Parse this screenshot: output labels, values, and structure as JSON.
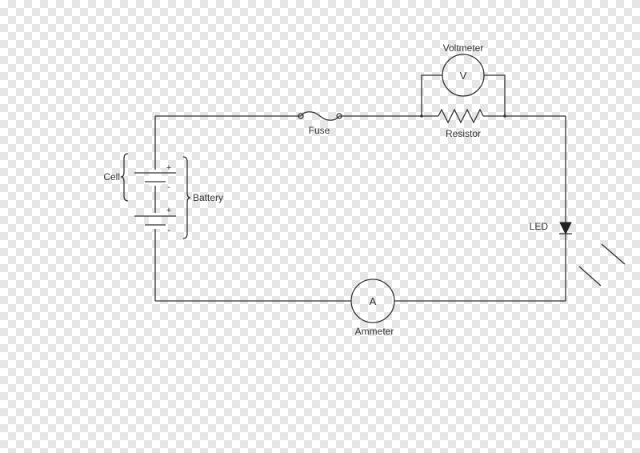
{
  "labels": {
    "voltmeter": "Voltmeter",
    "voltmeter_symbol": "V",
    "fuse": "Fuse",
    "resistor": "Resistor",
    "cell": "Cell",
    "battery": "Battery",
    "led": "LED",
    "ammeter": "Ammeter",
    "ammeter_symbol": "A",
    "plus": "+",
    "minus": "-"
  },
  "colors": {
    "wire": "#333333",
    "checker_dark": "#e6e6e6",
    "checker_light": "#ffffff"
  }
}
